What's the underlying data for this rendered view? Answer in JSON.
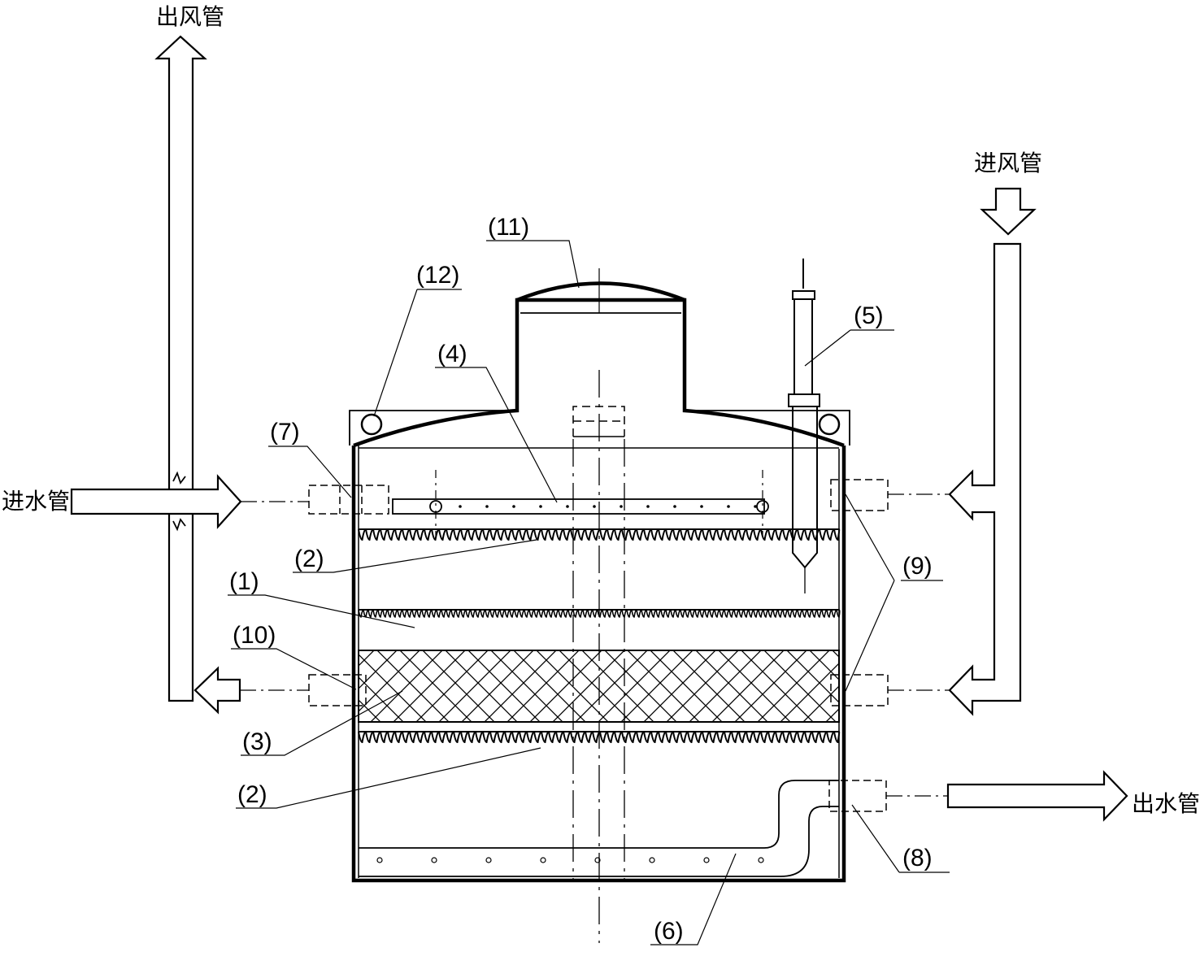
{
  "labels": {
    "air_outlet": "出风管",
    "air_inlet": "进风管",
    "water_inlet": "进水管",
    "water_outlet": "出水管"
  },
  "callouts": {
    "c1": "(1)",
    "c2_top": "(2)",
    "c2_bottom": "(2)",
    "c3": "(3)",
    "c4": "(4)",
    "c5": "(5)",
    "c6": "(6)",
    "c7": "(7)",
    "c8": "(8)",
    "c9": "(9)",
    "c10": "(10)",
    "c11": "(11)",
    "c12": "(12)"
  }
}
